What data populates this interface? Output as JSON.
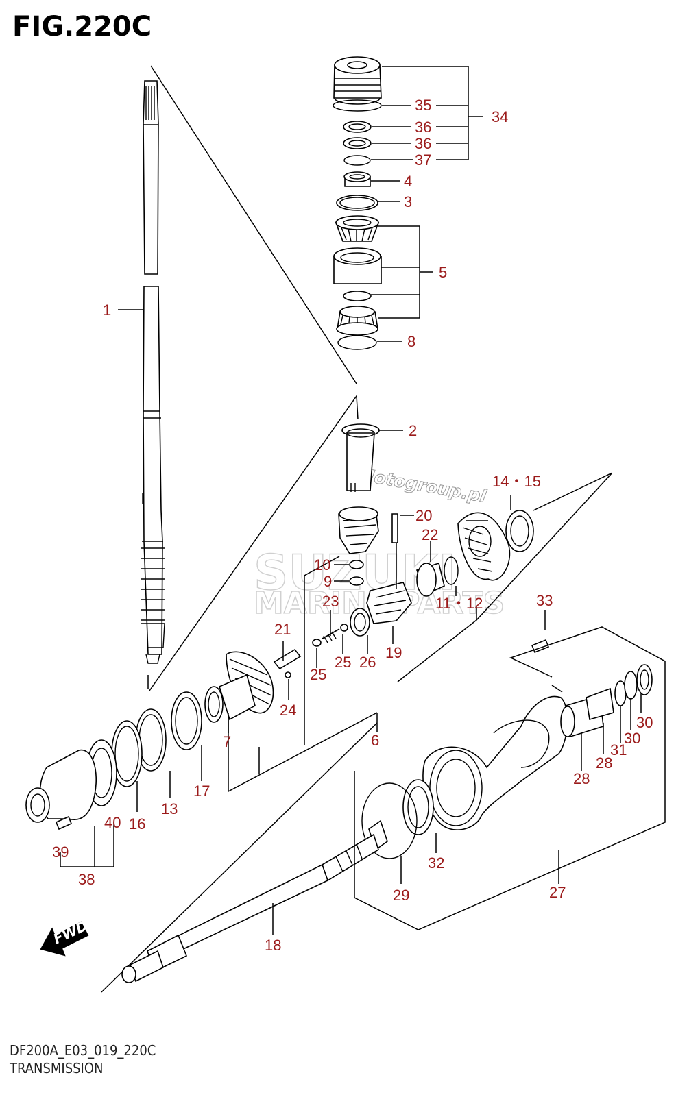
{
  "figure": {
    "title": "FIG.220C",
    "model_code": "DF200A_E03_019_220C",
    "section_name": "TRANSMISSION"
  },
  "watermarks": {
    "motogroup": "Motogroup.pl",
    "brand": "SUZUKI",
    "marine": "MARINE PARTS"
  },
  "fwd_label": "FWD",
  "callouts": {
    "c1": "1",
    "c2": "2",
    "c3": "3",
    "c4": "4",
    "c5": "5",
    "c6": "6",
    "c7": "7",
    "c8": "8",
    "c9": "9",
    "c10": "10",
    "c11_12": "11・12",
    "c13": "13",
    "c14_15": "14・15",
    "c16": "16",
    "c17": "17",
    "c18": "18",
    "c19": "19",
    "c20": "20",
    "c21": "21",
    "c22": "22",
    "c23": "23",
    "c24": "24",
    "c25a": "25",
    "c25b": "25",
    "c26": "26",
    "c27": "27",
    "c28a": "28",
    "c28b": "28",
    "c29": "29",
    "c30a": "30",
    "c30b": "30",
    "c31": "31",
    "c32": "32",
    "c33": "33",
    "c34": "34",
    "c35": "35",
    "c36a": "36",
    "c36b": "36",
    "c37": "37",
    "c38": "38",
    "c39": "39",
    "c40": "40"
  },
  "colors": {
    "callout_text": "#9b1b1b",
    "line_art": "#000000",
    "background": "#ffffff"
  }
}
